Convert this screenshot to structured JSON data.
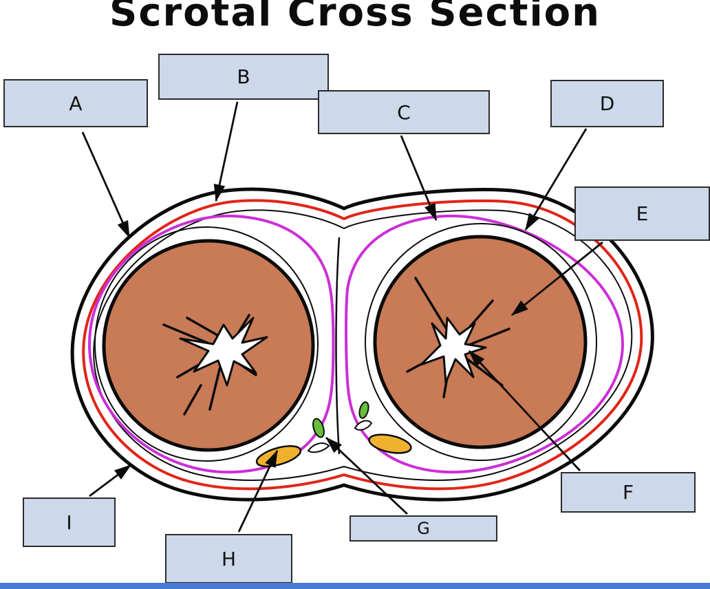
{
  "title": "Scrotal Cross Section",
  "labels": [
    {
      "letter": "A"
    },
    {
      "letter": "B"
    },
    {
      "letter": "C"
    },
    {
      "letter": "D"
    },
    {
      "letter": "E"
    },
    {
      "letter": "F"
    },
    {
      "letter": "G"
    },
    {
      "letter": "H"
    },
    {
      "letter": "I"
    }
  ],
  "colors": {
    "label_box_bg": "#cdd9ea",
    "testis_fill": "#c97a56",
    "membrane_red": "#e02518",
    "membrane_purple": "#cb2fd6",
    "fat_yellow": "#f0b22e",
    "duct_green": "#67bf3c",
    "outline_black": "#0b0b0b",
    "bottom_bar_blue": "#4a7ad4"
  }
}
